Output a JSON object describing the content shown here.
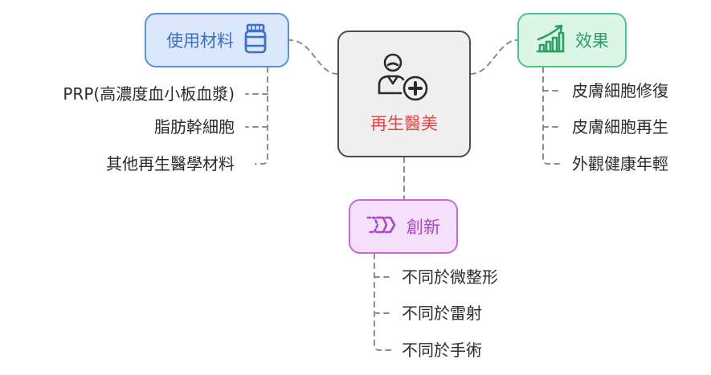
{
  "center": {
    "label": "再生醫美",
    "icon": "doctor-plus-icon"
  },
  "materials": {
    "label": "使用材料",
    "icon": "medicine-bottle-icon",
    "items": [
      "PRP(高濃度血小板血漿)",
      "脂肪幹細胞",
      "其他再生醫學材料"
    ]
  },
  "effects": {
    "label": "效果",
    "icon": "growth-chart-icon",
    "items": [
      "皮膚細胞修復",
      "皮膚細胞再生",
      "外觀健康年輕"
    ]
  },
  "innovation": {
    "label": "創新",
    "icon": "chevrons-right-icon",
    "items": [
      "不同於微整形",
      "不同於雷射",
      "不同於手術"
    ]
  },
  "colors": {
    "center": "#e04848",
    "materials": "#3a6fd0",
    "effects": "#2e9f63",
    "innovation": "#a845c8",
    "connector": "#8c8c8c"
  }
}
